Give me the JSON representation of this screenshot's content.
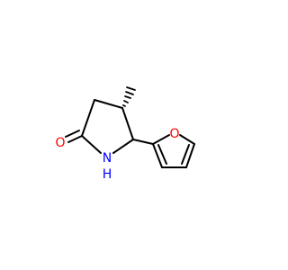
{
  "molecule": {
    "atoms": {
      "carbonyl_oxygen": "O",
      "ring_nitrogen": "N",
      "ring_nitrogen_hydrogen": "H",
      "furan_oxygen": "O"
    },
    "colors": {
      "bond": "#000000",
      "oxygen": "#ff0000",
      "nitrogen": "#0000ff"
    }
  }
}
